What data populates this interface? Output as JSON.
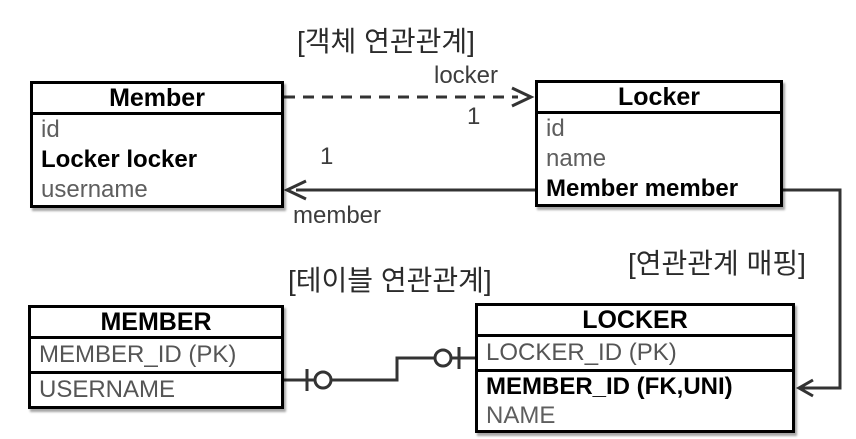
{
  "diagram": {
    "section_labels": {
      "object_relation": "[객체 연관관계]",
      "table_relation": "[테이블 연관관계]",
      "mapping": "[연관관계 매핑]"
    },
    "object_relation": {
      "locker_role_label": "locker",
      "locker_cardinality": "1",
      "member_cardinality": "1",
      "member_role_label": "member"
    },
    "member_class": {
      "title": "Member",
      "fields": [
        "id",
        "Locker locker",
        "username"
      ]
    },
    "locker_class": {
      "title": "Locker",
      "fields": [
        "id",
        "name",
        "Member member"
      ]
    },
    "member_table": {
      "title": "MEMBER",
      "rows": [
        "MEMBER_ID (PK)",
        "USERNAME"
      ]
    },
    "locker_table": {
      "title": "LOCKER",
      "rows": [
        "LOCKER_ID (PK)",
        "MEMBER_ID (FK,UNI)",
        "NAME"
      ]
    },
    "colors": {
      "wire": "#333333",
      "border": "#000000",
      "muted_text": "#5e5e5e",
      "emphasis_text": "#000000"
    }
  }
}
